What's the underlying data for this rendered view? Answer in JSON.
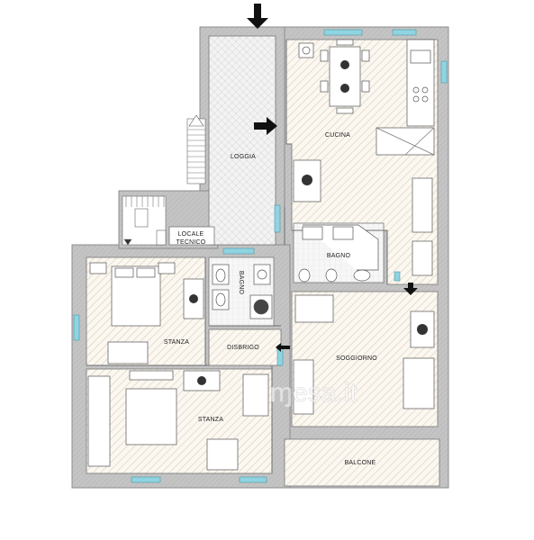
{
  "rooms": {
    "loggia": "LOGGIA",
    "cucina": "CUCINA",
    "locale_tecnico_1": "LOCALE",
    "locale_tecnico_2": "TECNICO",
    "bagno_main": "BAGNO",
    "bagno_small": "BAGNO",
    "stanza_top": "STANZA",
    "disbrigo": "DISBRIGO",
    "soggiorno": "SOGGIORNO",
    "stanza_bottom": "STANZA",
    "balcone": "BALCONE"
  },
  "watermark": "ɱesa.it",
  "colors": {
    "wall": "#bdbdbd",
    "wall_stroke": "#8c8c8c",
    "hatch_floor": "#d9c9b4",
    "loggia_floor": "#e7e7e7",
    "window": "#8fd4e0",
    "arrow": "#111111"
  }
}
